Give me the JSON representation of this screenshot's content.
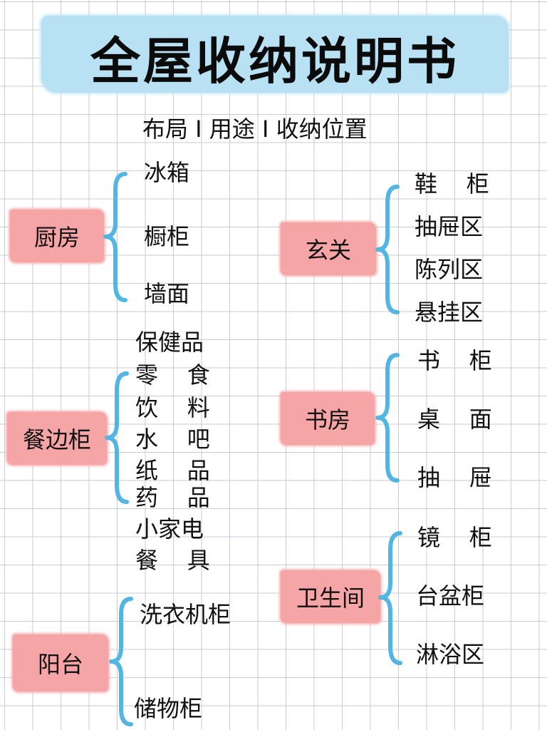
{
  "title": "全屋收纳说明书",
  "subtitle": "布局 I 用途 I  收纳位置",
  "colors": {
    "brace": "#53b6e2",
    "label_bg": "#f6a5a6",
    "title_bg": "#b8e2f4",
    "grid": "#c9cbd3"
  },
  "kitchen": {
    "label": "厨房",
    "items": [
      "冰箱",
      "橱柜",
      "墙面"
    ]
  },
  "sideboard": {
    "label": "餐边柜",
    "items": [
      "保健品",
      "零    食",
      "饮    料",
      "水    吧",
      "纸    品",
      "药    品",
      "小家电",
      "餐    具"
    ]
  },
  "balcony": {
    "label": "阳台",
    "items": [
      "洗衣机柜",
      "储物柜"
    ]
  },
  "entrance": {
    "label": "玄关",
    "items": [
      "鞋    柜",
      "抽屉区",
      "陈列区",
      "悬挂区"
    ]
  },
  "study": {
    "label": "书房",
    "items": [
      "书    柜",
      "桌    面",
      "抽    屉"
    ]
  },
  "bathroom": {
    "label": "卫生间",
    "items": [
      "镜    柜",
      "台盆柜",
      "淋浴区"
    ]
  }
}
